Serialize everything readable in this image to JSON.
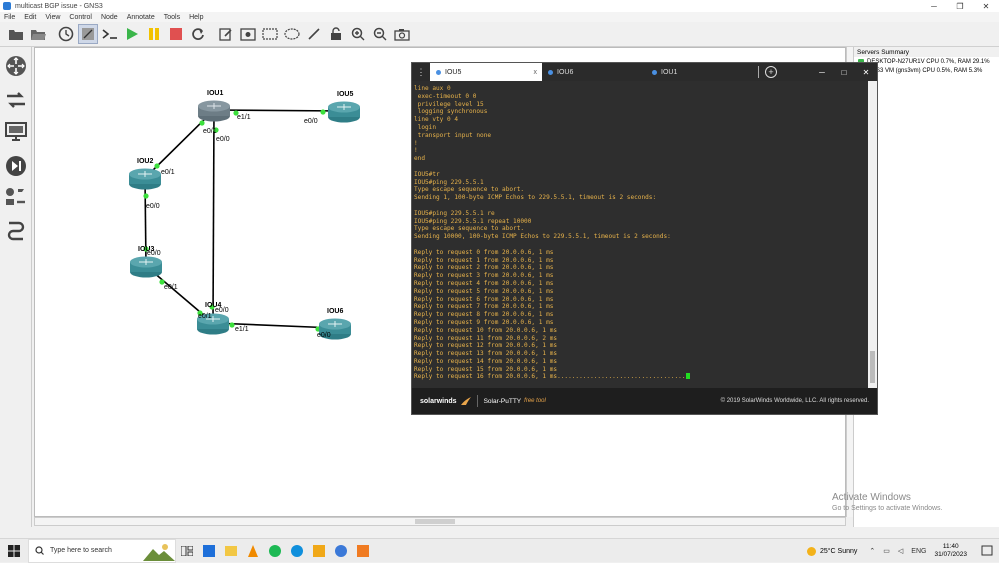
{
  "window": {
    "title": "multicast BGP issue - GNS3",
    "minimize": "─",
    "maximize": "❐",
    "close": "✕"
  },
  "menu": [
    "File",
    "Edit",
    "View",
    "Control",
    "Node",
    "Annotate",
    "Tools",
    "Help"
  ],
  "servers": {
    "title": "Servers Summary",
    "items": [
      "DESKTOP-N27UR1V CPU 0.7%, RAM 29.1%",
      "GNS3 VM (gns3vm) CPU 0.5%, RAM 5.3%"
    ]
  },
  "topology": {
    "nodes": [
      {
        "id": "IOU1",
        "label": "IOU1"
      },
      {
        "id": "IOU2",
        "label": "IOU2"
      },
      {
        "id": "IOU3",
        "label": "IOU3"
      },
      {
        "id": "IOU4",
        "label": "IOU4"
      },
      {
        "id": "IOU5",
        "label": "IOU5"
      },
      {
        "id": "IOU6",
        "label": "IOU6"
      }
    ],
    "ports": {
      "iou1_e11": "e1/1",
      "iou5_e00": "e0/0",
      "iou1_e01": "e0/1",
      "iou1_e00": "e0/0",
      "iou2_e01": "e0/1",
      "iou2_e00": "e0/0",
      "iou3_e00": "e0/0",
      "iou3_e01": "e0/1",
      "iou4_e00": "e0/0",
      "iou4_e01": "e0/1",
      "iou4_e11": "e1/1",
      "iou6_e00": "e0/0"
    }
  },
  "terminal": {
    "tabs": [
      {
        "label": "IOU5",
        "active": true
      },
      {
        "label": "IOU6",
        "active": false
      },
      {
        "label": "IOU1",
        "active": false
      }
    ],
    "tab_close": "x",
    "lines": [
      "line aux 0",
      " exec-timeout 0 0",
      " privilege level 15",
      " logging synchronous",
      "line vty 0 4",
      " login",
      " transport input none",
      "!",
      "!",
      "end",
      "",
      "IOU5#tr",
      "IOU5#ping 229.5.5.1",
      "Type escape sequence to abort.",
      "Sending 1, 100-byte ICMP Echos to 229.5.5.1, timeout is 2 seconds:",
      "",
      "IOU5#ping 229.5.5.1 re",
      "IOU5#ping 229.5.5.1 repeat 10000",
      "Type escape sequence to abort.",
      "Sending 10000, 100-byte ICMP Echos to 229.5.5.1, timeout is 2 seconds:",
      "",
      "Reply to request 0 from 20.0.0.6, 1 ms",
      "Reply to request 1 from 20.0.0.6, 1 ms",
      "Reply to request 2 from 20.0.0.6, 1 ms",
      "Reply to request 3 from 20.0.0.6, 1 ms",
      "Reply to request 4 from 20.0.0.6, 1 ms",
      "Reply to request 5 from 20.0.0.6, 1 ms",
      "Reply to request 6 from 20.0.0.6, 1 ms",
      "Reply to request 7 from 20.0.0.6, 1 ms",
      "Reply to request 8 from 20.0.0.6, 1 ms",
      "Reply to request 9 from 20.0.0.6, 1 ms",
      "Reply to request 10 from 20.0.0.6, 1 ms",
      "Reply to request 11 from 20.0.0.6, 2 ms",
      "Reply to request 12 from 20.0.0.6, 1 ms",
      "Reply to request 13 from 20.0.0.6, 1 ms",
      "Reply to request 14 from 20.0.0.6, 1 ms",
      "Reply to request 15 from 20.0.0.6, 1 ms"
    ],
    "last_line": "Reply to request 16 from 20.0.0.6, 1 ms...................................",
    "footer_brand": "solarwinds",
    "footer_product": "Solar-PuTTY",
    "footer_free": "free tool",
    "footer_copyright": "© 2019 SolarWinds Worldwide, LLC. All rights reserved."
  },
  "activate": {
    "title": "Activate Windows",
    "subtitle": "Go to Settings to activate Windows."
  },
  "taskbar": {
    "search_placeholder": "Type here to search",
    "weather": "25°C  Sunny",
    "lang": "ENG",
    "time": "11:40",
    "date": "31/07/2023"
  }
}
